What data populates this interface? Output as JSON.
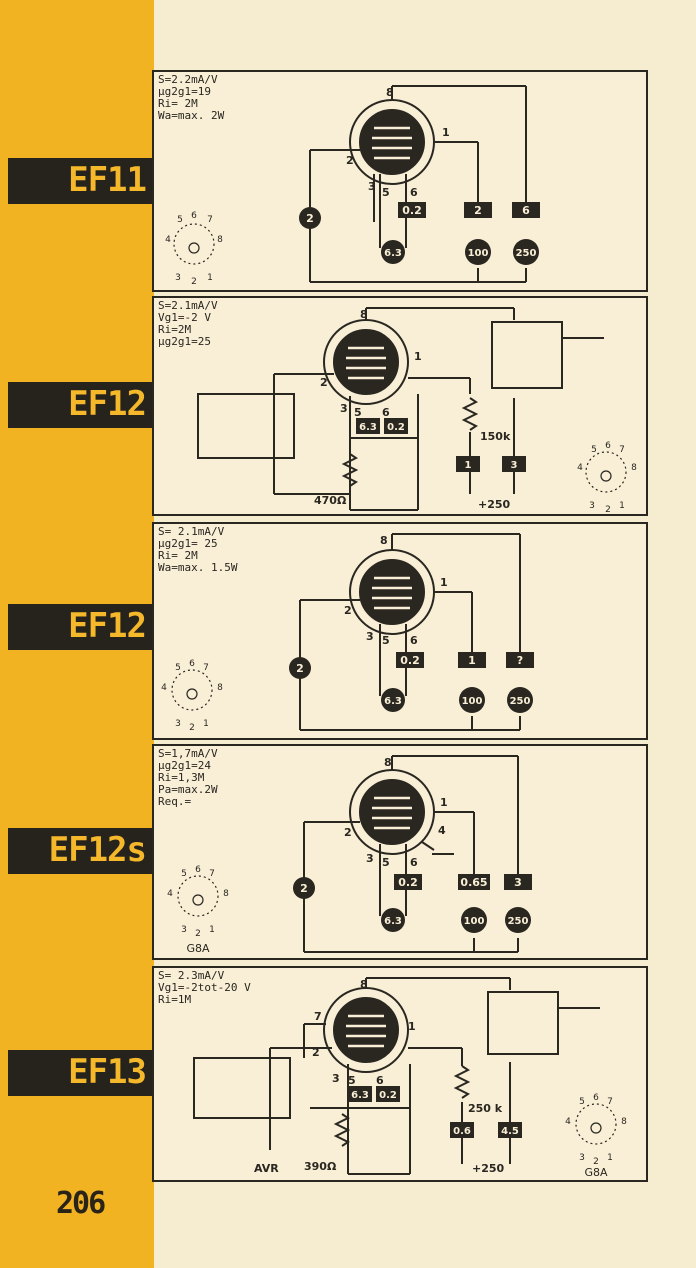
{
  "page": {
    "number": "206"
  },
  "colors": {
    "spine": "#f2b323",
    "tab": "#26221c",
    "ink": "#2a2620",
    "paper": "#f8efd6"
  },
  "panels": [
    {
      "tube": "EF11",
      "specs": [
        "S=2.2mA/V",
        "μg2g1=19",
        "Ri= 2M",
        "Wa=max. 2W"
      ],
      "pins": [
        "8",
        "1",
        "2",
        "3",
        "5",
        "6"
      ],
      "boxes": [
        "0.2",
        "2",
        "6"
      ],
      "circles": [
        "2",
        "6.3",
        "100",
        "250"
      ],
      "base_pins": [
        "5",
        "6",
        "7",
        "8",
        "4",
        "3",
        "2",
        "1"
      ]
    },
    {
      "tube": "EF12",
      "specs": [
        "S=2.1mA/V",
        "Vg1=-2 V",
        "Ri=2M",
        "μg2g1=25"
      ],
      "pins": [
        "8",
        "1",
        "2",
        "3",
        "5",
        "6"
      ],
      "boxes": [
        "6.3",
        "0.2",
        "1",
        "3"
      ],
      "resistors": [
        "150k",
        "470Ω"
      ],
      "supply": "+250",
      "base_pins": [
        "5",
        "6",
        "7",
        "4",
        "8",
        "3",
        "2",
        "1"
      ]
    },
    {
      "tube": "EF12",
      "specs": [
        "S= 2.1mA/V",
        "μg2g1= 25",
        "Ri= 2M",
        "Wa=max. 1.5W"
      ],
      "pins": [
        "8",
        "1",
        "2",
        "3",
        "5",
        "6"
      ],
      "boxes": [
        "0.2",
        "1",
        "?"
      ],
      "circles": [
        "2",
        "6.3",
        "100",
        "250"
      ],
      "base_pins": [
        "5",
        "6",
        "7",
        "4",
        "8",
        "3",
        "2",
        "1"
      ]
    },
    {
      "tube": "EF12s",
      "specs": [
        "S=1,7mA/V",
        "μg2g1=24",
        "Ri=1,3M",
        "Pa=max.2W",
        "Req.="
      ],
      "pins": [
        "8",
        "1",
        "2",
        "4",
        "3",
        "5",
        "6"
      ],
      "boxes": [
        "0.2",
        "0.65",
        "3"
      ],
      "circles": [
        "2",
        "6.3",
        "100",
        "250"
      ],
      "base_pins": [
        "5",
        "6",
        "7",
        "4",
        "8",
        "3",
        "2",
        "1"
      ],
      "base_type": "G8A"
    },
    {
      "tube": "EF13",
      "specs": [
        "S= 2.3mA/V",
        "Vg1=-2tot-20 V",
        "Ri=1M"
      ],
      "pins": [
        "8",
        "7",
        "1",
        "2",
        "3",
        "5",
        "6"
      ],
      "boxes": [
        "6.3",
        "0.2",
        "0.6",
        "4.5"
      ],
      "resistors": [
        "250 k",
        "390Ω"
      ],
      "labels": [
        "AVR"
      ],
      "supply": "+250",
      "base_pins": [
        "5",
        "6",
        "7",
        "4",
        "8",
        "3",
        "2",
        "1"
      ],
      "base_type": "G8A"
    }
  ]
}
